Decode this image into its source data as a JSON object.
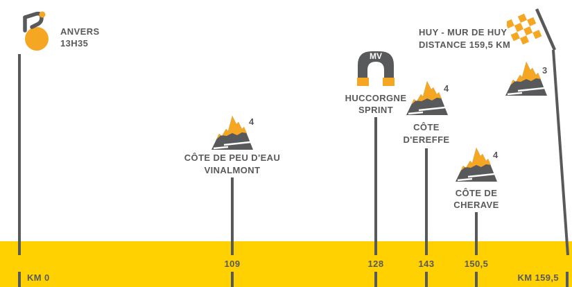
{
  "colors": {
    "band_yellow": "#FFD100",
    "text_gray": "#58595B",
    "accent_orange": "#F5A623",
    "background": "#FFFFFF"
  },
  "start": {
    "icon": "cyclist-icon",
    "name": "ANVERS",
    "time": "13H35",
    "km_tick_label": "KM 0"
  },
  "finish": {
    "icon": "checkered-flag-icon",
    "name": "HUY - MUR DE HUY",
    "detail": "DISTANCE 159,5 KM",
    "summit_category": "3",
    "km_tick_label": "KM 159,5"
  },
  "waypoints": [
    {
      "kind": "climb",
      "icon": "mountain-icon",
      "category": "4",
      "name_line1": "CÔTE DE PEU D'EAU",
      "name_line2": "VINALMONT",
      "km": "109"
    },
    {
      "kind": "intermediate-sprint",
      "icon": "sprint-arch-icon",
      "arch_label": "MV",
      "name_line1": "HUCCORGNE",
      "name_line2": "SPRINT",
      "km": "128"
    },
    {
      "kind": "climb",
      "icon": "mountain-icon",
      "category": "4",
      "name_line1": "CÔTE",
      "name_line2": "D'EREFFE",
      "km": "143"
    },
    {
      "kind": "climb",
      "icon": "mountain-icon",
      "category": "4",
      "name_line1": "CÔTE DE",
      "name_line2": "CHERAVE",
      "km": "150,5"
    }
  ],
  "axis": {
    "tick_labels": [
      "KM 0",
      "109",
      "128",
      "143",
      "150,5",
      "KM 159,5"
    ]
  }
}
